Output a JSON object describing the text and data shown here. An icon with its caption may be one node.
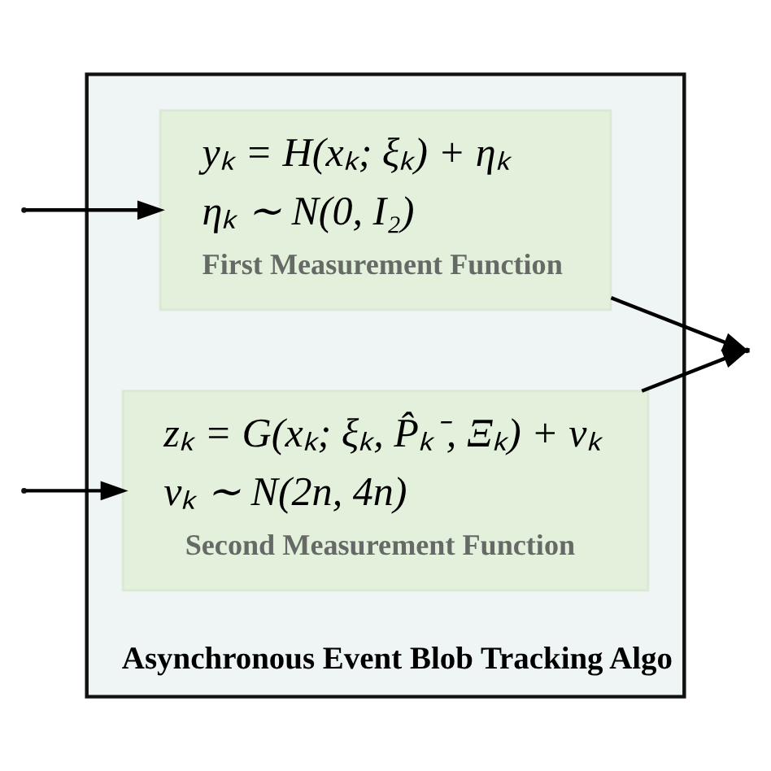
{
  "diagram": {
    "nodes": [
      {
        "text": [
          "Asynchronous Event Blob Tracking Algo"
        ]
      },
      {
        "text": [
          "yₖ = H(xₖ; ξₖ) + ηₖ",
          "ηₖ ∼ N(0, I₂)",
          "First Measurement Function"
        ],
        "in": 0
      },
      {
        "text": [
          "zₖ = G(xₖ; ξₖ, P̂ₖ⁻, Ξₖ) + vₖ",
          "vₖ ∼ N(2n, 4n)",
          "Second Measurement Function"
        ],
        "in": 0
      }
    ],
    "edges": [
      {
        "from": 1,
        "to": null,
        "arrow": "to"
      },
      {
        "from": 2,
        "to": null,
        "arrow": "to"
      },
      {
        "from": null,
        "to": 1,
        "arrow": "to"
      },
      {
        "from": null,
        "to": 2,
        "arrow": "to"
      }
    ]
  }
}
